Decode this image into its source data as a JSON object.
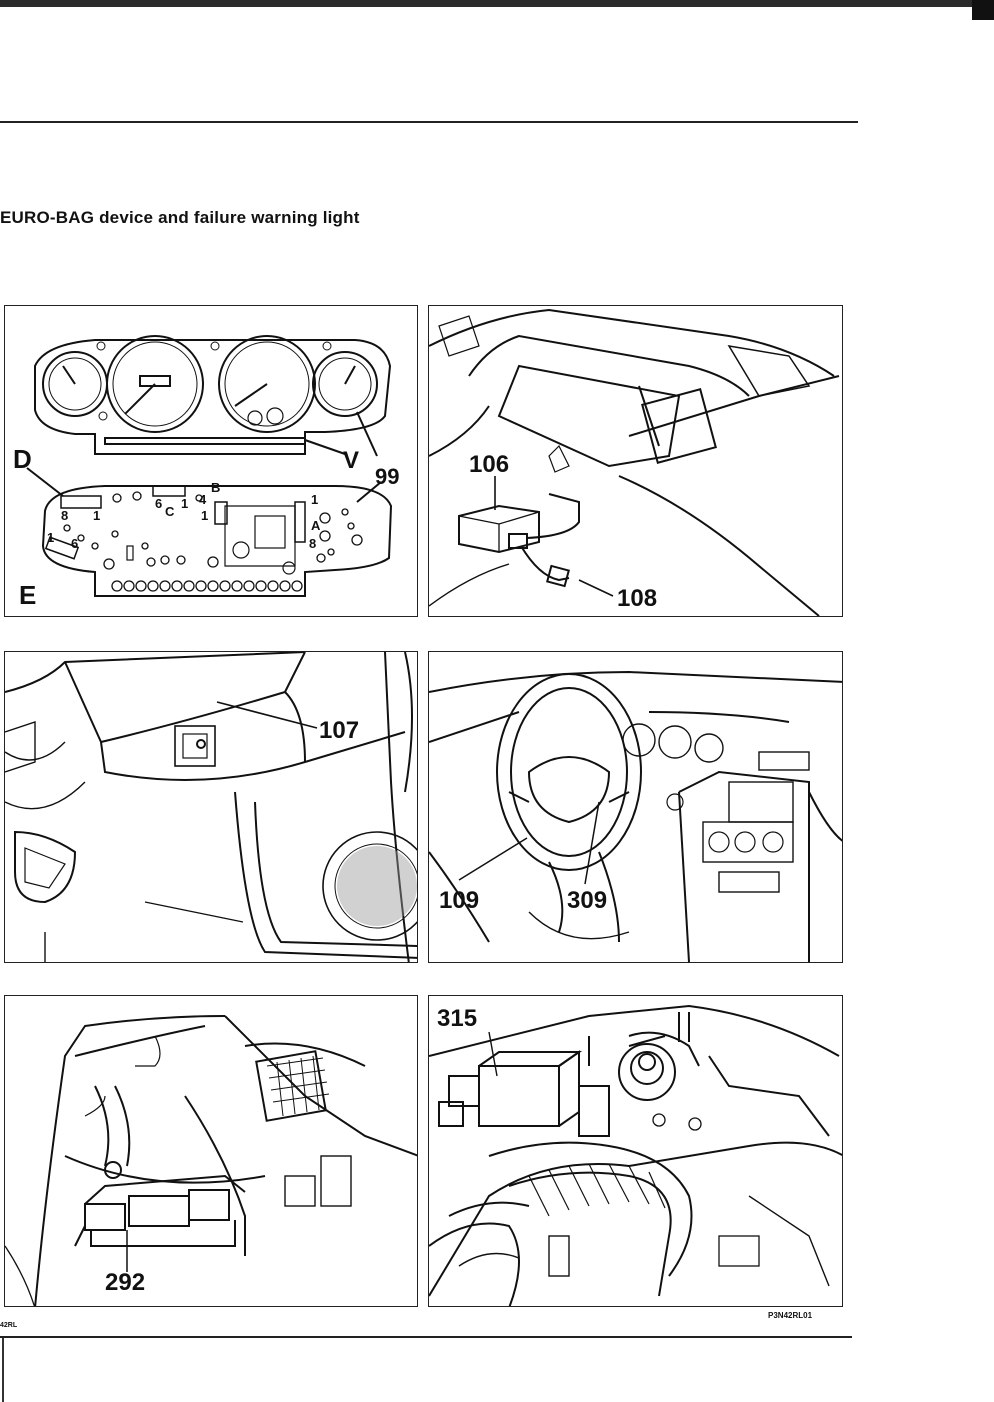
{
  "document": {
    "title": "EURO-BAG device and failure warning light",
    "ref_code": "P3N42RL01",
    "page_code": "42RL"
  },
  "panels": [
    {
      "name": "instrument-panel",
      "labels": [
        "D",
        "V",
        "99",
        "E",
        "8",
        "1",
        "6",
        "C",
        "1",
        "4",
        "B",
        "1",
        "1",
        "A",
        "8",
        "1",
        "6"
      ]
    },
    {
      "name": "glovebox-module",
      "labels": [
        "106",
        "108"
      ]
    },
    {
      "name": "glovebox-door",
      "labels": [
        "107"
      ]
    },
    {
      "name": "steering-wheel",
      "labels": [
        "109",
        "309"
      ]
    },
    {
      "name": "footwell-control-unit",
      "labels": [
        "292"
      ]
    },
    {
      "name": "engine-bay-relay",
      "labels": [
        "315"
      ]
    }
  ],
  "colors": {
    "ink": "#111111",
    "paper": "#ffffff"
  }
}
